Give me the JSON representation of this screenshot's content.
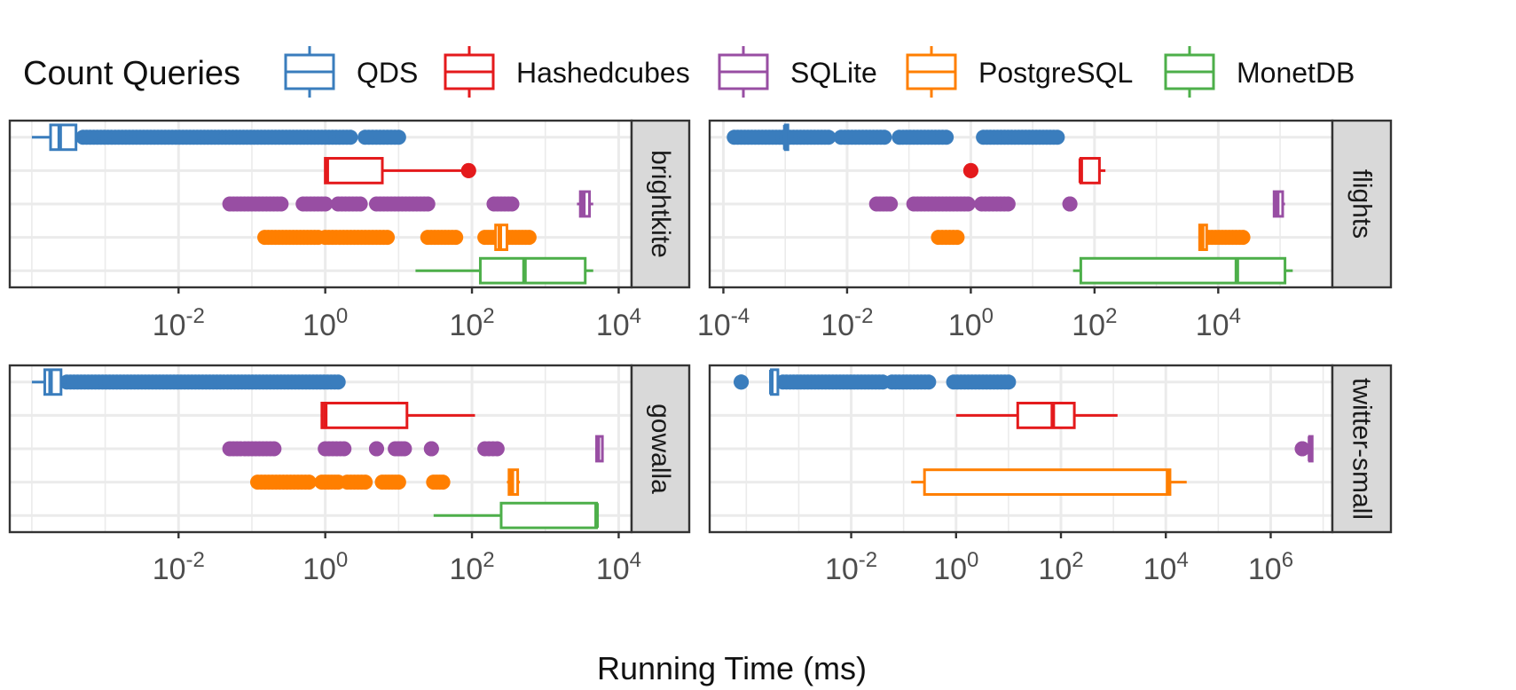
{
  "chart_data": {
    "type": "boxplot",
    "xlabel": "Running Time (ms)",
    "x_scale": "log10",
    "legend": {
      "title": "Count Queries",
      "position": "top",
      "entries": [
        {
          "name": "QDS",
          "color": "#3A7DBD"
        },
        {
          "name": "Hashedcubes",
          "color": "#E41A1C"
        },
        {
          "name": "SQLite",
          "color": "#984EA3"
        },
        {
          "name": "PostgreSQL",
          "color": "#FF7F00"
        },
        {
          "name": "MonetDB",
          "color": "#4DAF4A"
        }
      ]
    },
    "row_order": [
      "QDS",
      "Hashedcubes",
      "SQLite",
      "PostgreSQL",
      "MonetDB"
    ],
    "panels": [
      {
        "strip": "brightkite",
        "xlim": [
          5e-05,
          15000
        ],
        "ticks": [
          {
            "exp": "-2",
            "value": 0.01
          },
          {
            "exp": "0",
            "value": 1
          },
          {
            "exp": "2",
            "value": 100
          },
          {
            "exp": "4",
            "value": 10000
          }
        ],
        "boxes": [
          {
            "series": "QDS",
            "whisker_low": 0.0001,
            "q1": 0.00018,
            "median": 0.00024,
            "q3": 0.0004,
            "whisker_high": 0.0005,
            "outliers": [
              [
                0.0005,
                2.2
              ],
              [
                3.5,
                10
              ]
            ]
          },
          {
            "series": "Hashedcubes",
            "whisker_low": 1.0,
            "q1": 1.0,
            "median": 1.05,
            "q3": 6.0,
            "whisker_high": 90,
            "outliers": [
              [
                90,
                90
              ]
            ]
          },
          {
            "series": "SQLite",
            "q1": 3000,
            "median": 3300,
            "q3": 4000,
            "whisker_low": 2700,
            "whisker_high": 4500,
            "outliers": [
              [
                0.05,
                0.25
              ],
              [
                0.5,
                1.0
              ],
              [
                1.5,
                3.0
              ],
              [
                5.0,
                25
              ],
              [
                200,
                350
              ]
            ]
          },
          {
            "series": "PostgreSQL",
            "q1": 210,
            "median": 240,
            "q3": 300,
            "whisker_low": 200,
            "whisker_high": 310,
            "outliers": [
              [
                0.15,
                0.8
              ],
              [
                1.0,
                7.0
              ],
              [
                25,
                60
              ],
              [
                150,
                200
              ],
              [
                320,
                600
              ]
            ]
          },
          {
            "series": "MonetDB",
            "whisker_low": 17,
            "q1": 130,
            "median": 520,
            "q3": 3500,
            "whisker_high": 4500,
            "outliers": []
          }
        ]
      },
      {
        "strip": "flights",
        "xlim": [
          6e-05,
          700000
        ],
        "ticks": [
          {
            "exp": "-4",
            "value": 0.0001
          },
          {
            "exp": "-2",
            "value": 0.01
          },
          {
            "exp": "0",
            "value": 1
          },
          {
            "exp": "2",
            "value": 100
          },
          {
            "exp": "4",
            "value": 10000
          }
        ],
        "boxes": [
          {
            "series": "QDS",
            "q1": 0.001,
            "median": 0.001,
            "q3": 0.001,
            "whisker_low": 0.001,
            "whisker_high": 0.001,
            "outliers": [
              [
                0.00015,
                0.005
              ],
              [
                0.008,
                0.04
              ],
              [
                0.07,
                0.4
              ],
              [
                1.6,
                25
              ]
            ]
          },
          {
            "series": "Hashedcubes",
            "whisker_low": 60,
            "q1": 60,
            "median": 60,
            "q3": 120,
            "whisker_high": 150,
            "outliers": [
              [
                1,
                1
              ]
            ]
          },
          {
            "series": "SQLite",
            "q1": 80000,
            "median": 90000,
            "q3": 110000,
            "whisker_low": 80000,
            "whisker_high": 120000,
            "outliers": [
              [
                0.03,
                0.05
              ],
              [
                0.12,
                0.9
              ],
              [
                1.5,
                4.0
              ],
              [
                40,
                40
              ]
            ]
          },
          {
            "series": "PostgreSQL",
            "q1": 5000,
            "median": 5500,
            "q3": 6500,
            "whisker_low": 5000,
            "whisker_high": 7000,
            "outliers": [
              [
                0.3,
                0.6
              ],
              [
                7000,
                25000
              ]
            ]
          },
          {
            "series": "MonetDB",
            "whisker_low": 45,
            "q1": 60,
            "median": 20000,
            "q3": 120000,
            "whisker_high": 160000,
            "outliers": []
          }
        ]
      },
      {
        "strip": "gowalla",
        "xlim": [
          5e-05,
          15000
        ],
        "ticks": [
          {
            "exp": "-2",
            "value": 0.01
          },
          {
            "exp": "0",
            "value": 1
          },
          {
            "exp": "2",
            "value": 100
          },
          {
            "exp": "4",
            "value": 10000
          }
        ],
        "boxes": [
          {
            "series": "QDS",
            "whisker_low": 0.0001,
            "q1": 0.00015,
            "median": 0.00018,
            "q3": 0.00025,
            "whisker_high": 0.0003,
            "outliers": [
              [
                0.0003,
                1.5
              ]
            ]
          },
          {
            "series": "Hashedcubes",
            "whisker_low": 0.9,
            "q1": 0.9,
            "median": 1.0,
            "q3": 13,
            "whisker_high": 110,
            "outliers": []
          },
          {
            "series": "SQLite",
            "q1": 5000,
            "median": 5200,
            "q3": 6000,
            "whisker_low": 4800,
            "whisker_high": 6200,
            "outliers": [
              [
                0.05,
                0.07
              ],
              [
                0.08,
                0.2
              ],
              [
                1.0,
                1.8
              ],
              [
                5.0,
                5.0
              ],
              [
                9.0,
                12
              ],
              [
                28,
                28
              ],
              [
                150,
                220
              ]
            ]
          },
          {
            "series": "PostgreSQL",
            "q1": 320,
            "median": 350,
            "q3": 420,
            "whisker_low": 300,
            "whisker_high": 450,
            "outliers": [
              [
                0.12,
                0.6
              ],
              [
                0.9,
                1.5
              ],
              [
                2.0,
                3.5
              ],
              [
                6.0,
                10
              ],
              [
                30,
                40
              ]
            ]
          },
          {
            "series": "MonetDB",
            "whisker_low": 30,
            "q1": 250,
            "median": 5000,
            "q3": 5000,
            "whisker_high": 5000,
            "outliers": []
          }
        ]
      },
      {
        "strip": "twitter-small",
        "xlim": [
          2e-05,
          15000000
        ],
        "ticks": [
          {
            "exp": "-2",
            "value": 0.01
          },
          {
            "exp": "0",
            "value": 1
          },
          {
            "exp": "2",
            "value": 100
          },
          {
            "exp": "4",
            "value": 10000
          },
          {
            "exp": "6",
            "value": 1000000
          }
        ],
        "boxes": [
          {
            "series": "QDS",
            "whisker_low": 0.0003,
            "q1": 0.0003,
            "median": 0.0003,
            "q3": 0.0004,
            "whisker_high": 0.0004,
            "outliers": [
              [
                8e-05,
                8e-05
              ],
              [
                0.0005,
                0.04
              ],
              [
                0.06,
                0.3
              ],
              [
                0.9,
                10
              ]
            ]
          },
          {
            "series": "Hashedcubes",
            "whisker_low": 1.0,
            "q1": 15,
            "median": 70,
            "q3": 180,
            "whisker_high": 1200,
            "outliers": []
          },
          {
            "series": "SQLite",
            "q1": 5500000,
            "median": 5600000,
            "q3": 6000000,
            "whisker_low": 5200000,
            "whisker_high": 6200000,
            "outliers": [
              [
                4000000,
                4000000
              ]
            ]
          },
          {
            "series": "PostgreSQL",
            "whisker_low": 0.14,
            "q1": 0.25,
            "median": 11000,
            "q3": 12000,
            "whisker_high": 25000,
            "outliers": []
          }
        ]
      }
    ]
  }
}
